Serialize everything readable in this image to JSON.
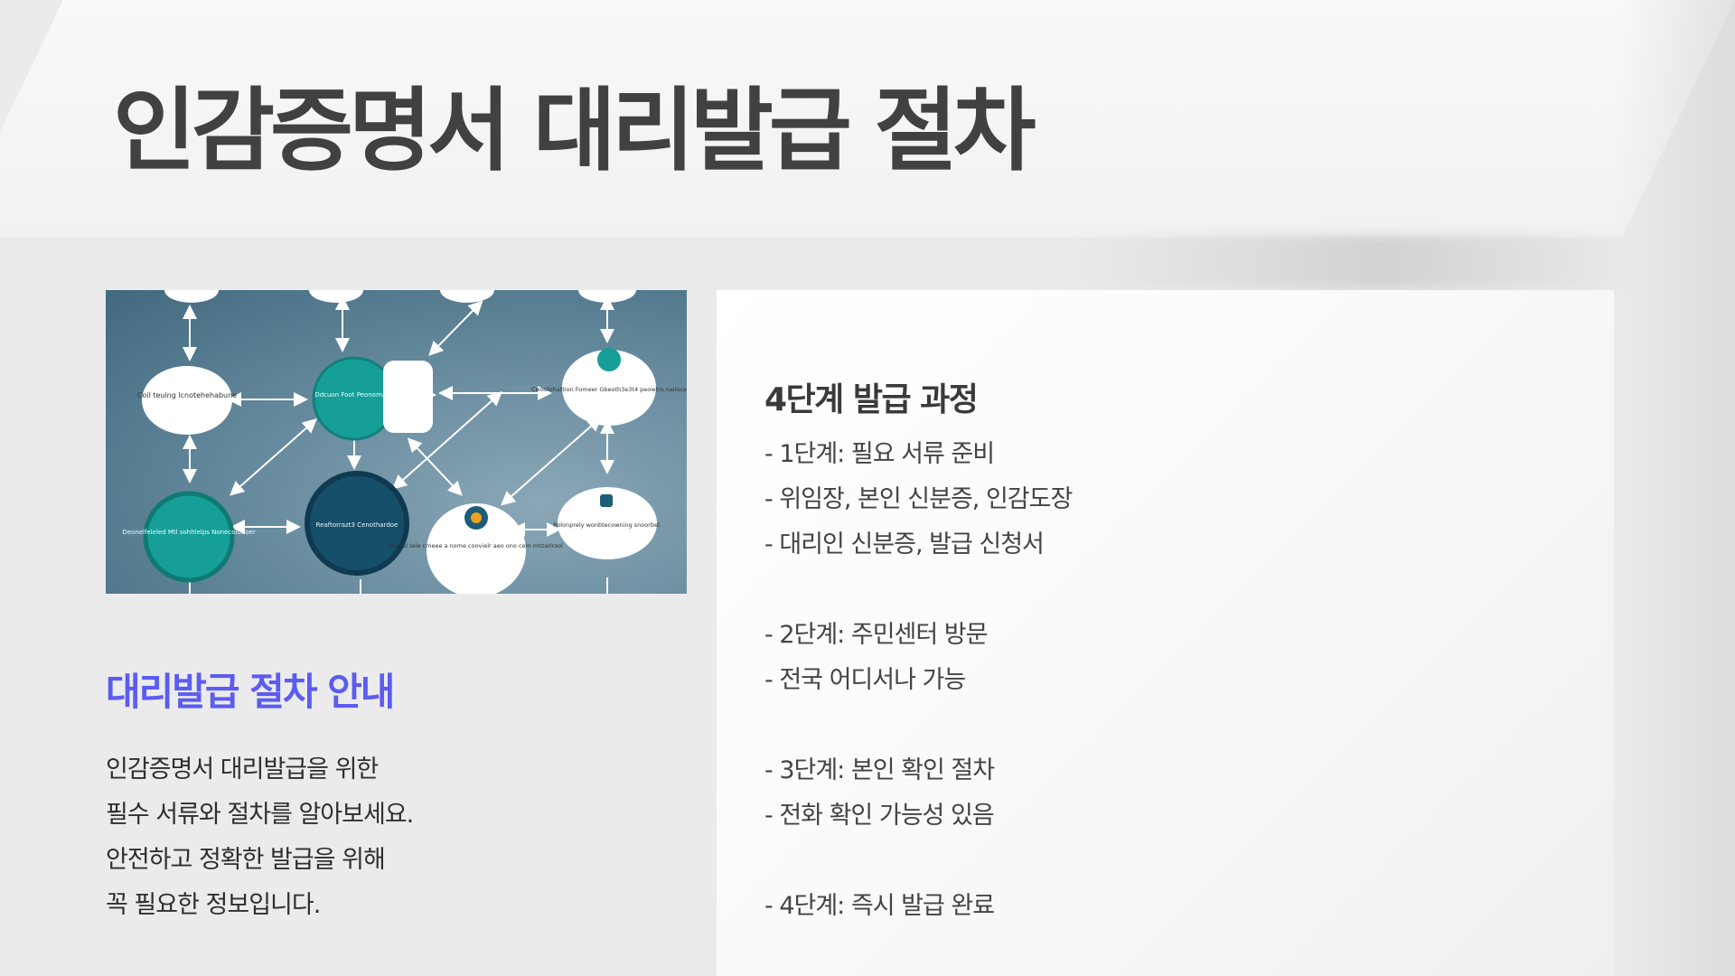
{
  "title": "인감증명서 대리발급 절차",
  "hero_image": {
    "description_icon": "process-flow-diagram-illustration",
    "node_labels": [
      "Coil teuing lcnotehehabune",
      "Ddcuon Foot Peonomaeo",
      "Cwoolohattion Fomeer Gbeoth3e3t4 peowtro nailoce",
      "Deonelfeleled Mtl sohhlelps Nonecoldeoer",
      "Reaftorrazt3 Cenothardoe",
      "Rolfiul tele cmeee a nome coovielr aeo ono cem mtzarlrool",
      "Rolonprely wonbtecowning snoorbel."
    ]
  },
  "subtitle": "대리발급 절차 안내",
  "intro_lines": [
    "인감증명서 대리발급을 위한",
    "필수 서류와 절차를 알아보세요.",
    "안전하고 정확한 발급을 위해",
    "꼭 필요한 정보입니다."
  ],
  "steps_card": {
    "heading": "4단계 발급 과정",
    "lines": [
      "- 1단계: 필요 서류 준비",
      "- 위임장, 본인 신분증, 인감도장",
      "- 대리인 신분증, 발급 신청서",
      "",
      "- 2단계: 주민센터 방문",
      "- 전국 어디서나 가능",
      "",
      "- 3단계: 본인 확인 절차",
      "- 전화 확인 가능성 있음",
      "",
      "- 4단계: 즉시 발급 완료"
    ]
  },
  "colors": {
    "subtitle_accent": "#5b5cf0",
    "title_text": "#414141",
    "teal_node": "#169e98",
    "dark_node": "#164f6a"
  }
}
